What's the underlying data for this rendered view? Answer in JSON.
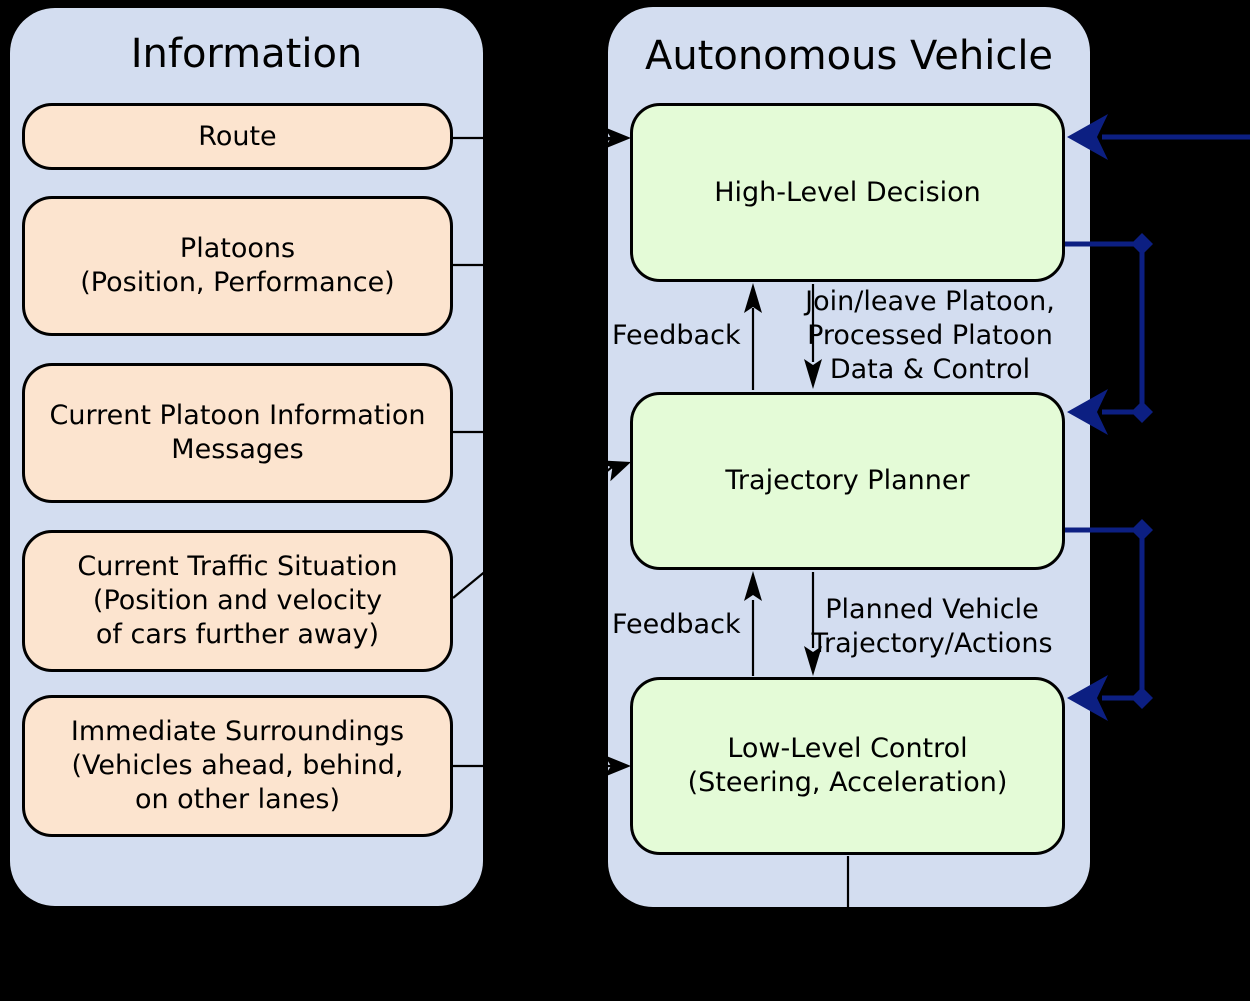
{
  "colors": {
    "background": "#000000",
    "panel": "#d3ddf0",
    "info_box": "#fce4cf",
    "av_box": "#e4fbd7",
    "connector": "#0c1f82",
    "line": "#000000",
    "text": "#000000"
  },
  "info_panel": {
    "title": "Information",
    "boxes": [
      {
        "label": "Route"
      },
      {
        "label": "Platoons\n(Position, Performance)"
      },
      {
        "label": "Current Platoon Information\nMessages"
      },
      {
        "label": "Current Traffic Situation\n(Position and velocity\nof cars further away)"
      },
      {
        "label": "Immediate Surroundings\n(Vehicles ahead, behind,\non other lanes)"
      }
    ]
  },
  "av_panel": {
    "title": "Autonomous Vehicle",
    "boxes": [
      {
        "label": "High-Level Decision"
      },
      {
        "label": "Trajectory Planner"
      },
      {
        "label": "Low-Level Control\n(Steering, Acceleration)"
      }
    ]
  },
  "edge_labels": {
    "feedback_top": "Feedback",
    "hld_to_tp": "Join/leave Platoon,\nProcessed Platoon\nData & Control",
    "feedback_bottom": "Feedback",
    "tp_to_llc": "Planned Vehicle\nTrajectory/Actions"
  }
}
